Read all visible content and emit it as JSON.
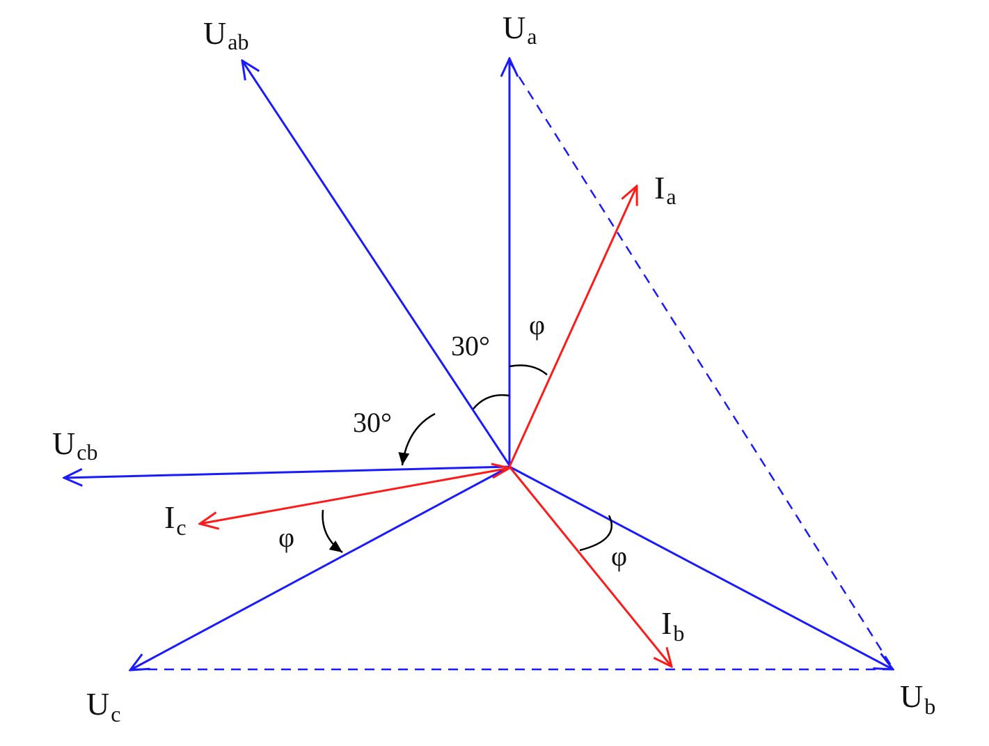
{
  "colors": {
    "voltage": "#1a1aff",
    "current": "#ff1a1a",
    "annotation": "#000000"
  },
  "labels": {
    "ua": {
      "main": "U",
      "sub": "a"
    },
    "uab": {
      "main": "U",
      "sub": "ab"
    },
    "ucb": {
      "main": "U",
      "sub": "cb"
    },
    "uc": {
      "main": "U",
      "sub": "c"
    },
    "ub": {
      "main": "U",
      "sub": "b"
    },
    "ia": {
      "main": "I",
      "sub": "a"
    },
    "ib": {
      "main": "I",
      "sub": "b"
    },
    "ic": {
      "main": "I",
      "sub": "c"
    }
  },
  "angles": {
    "thirty_top": "30°",
    "thirty_left": "30°",
    "phi_a": "φ",
    "phi_b": "φ",
    "phi_c": "φ"
  }
}
